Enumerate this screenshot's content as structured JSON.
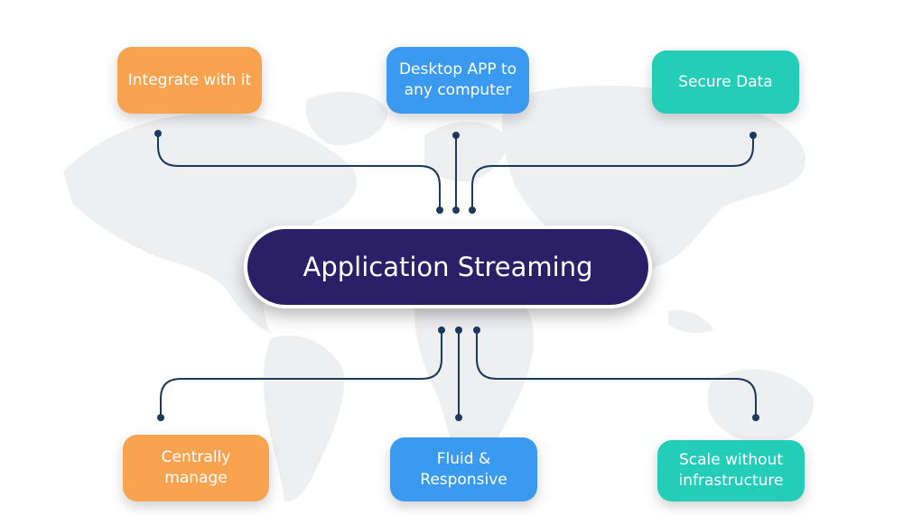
{
  "hub": {
    "label": "Application Streaming"
  },
  "top_nodes": [
    {
      "lines": [
        "Integrate with it"
      ],
      "color": "#f8a350"
    },
    {
      "lines": [
        "Desktop APP to",
        "any computer"
      ],
      "color": "#3a9af0"
    },
    {
      "lines": [
        "Secure Data"
      ],
      "color": "#23cdb8"
    }
  ],
  "bottom_nodes": [
    {
      "lines": [
        "Centrally",
        "manage"
      ],
      "color": "#f8a350"
    },
    {
      "lines": [
        "Fluid &",
        "Responsive"
      ],
      "color": "#3a9af0"
    },
    {
      "lines": [
        "Scale without",
        "infrastructure"
      ],
      "color": "#23cdb8"
    }
  ],
  "colors": {
    "hub": "#2b2068",
    "connector": "#1d3a5c",
    "map": "#eeeff1"
  }
}
